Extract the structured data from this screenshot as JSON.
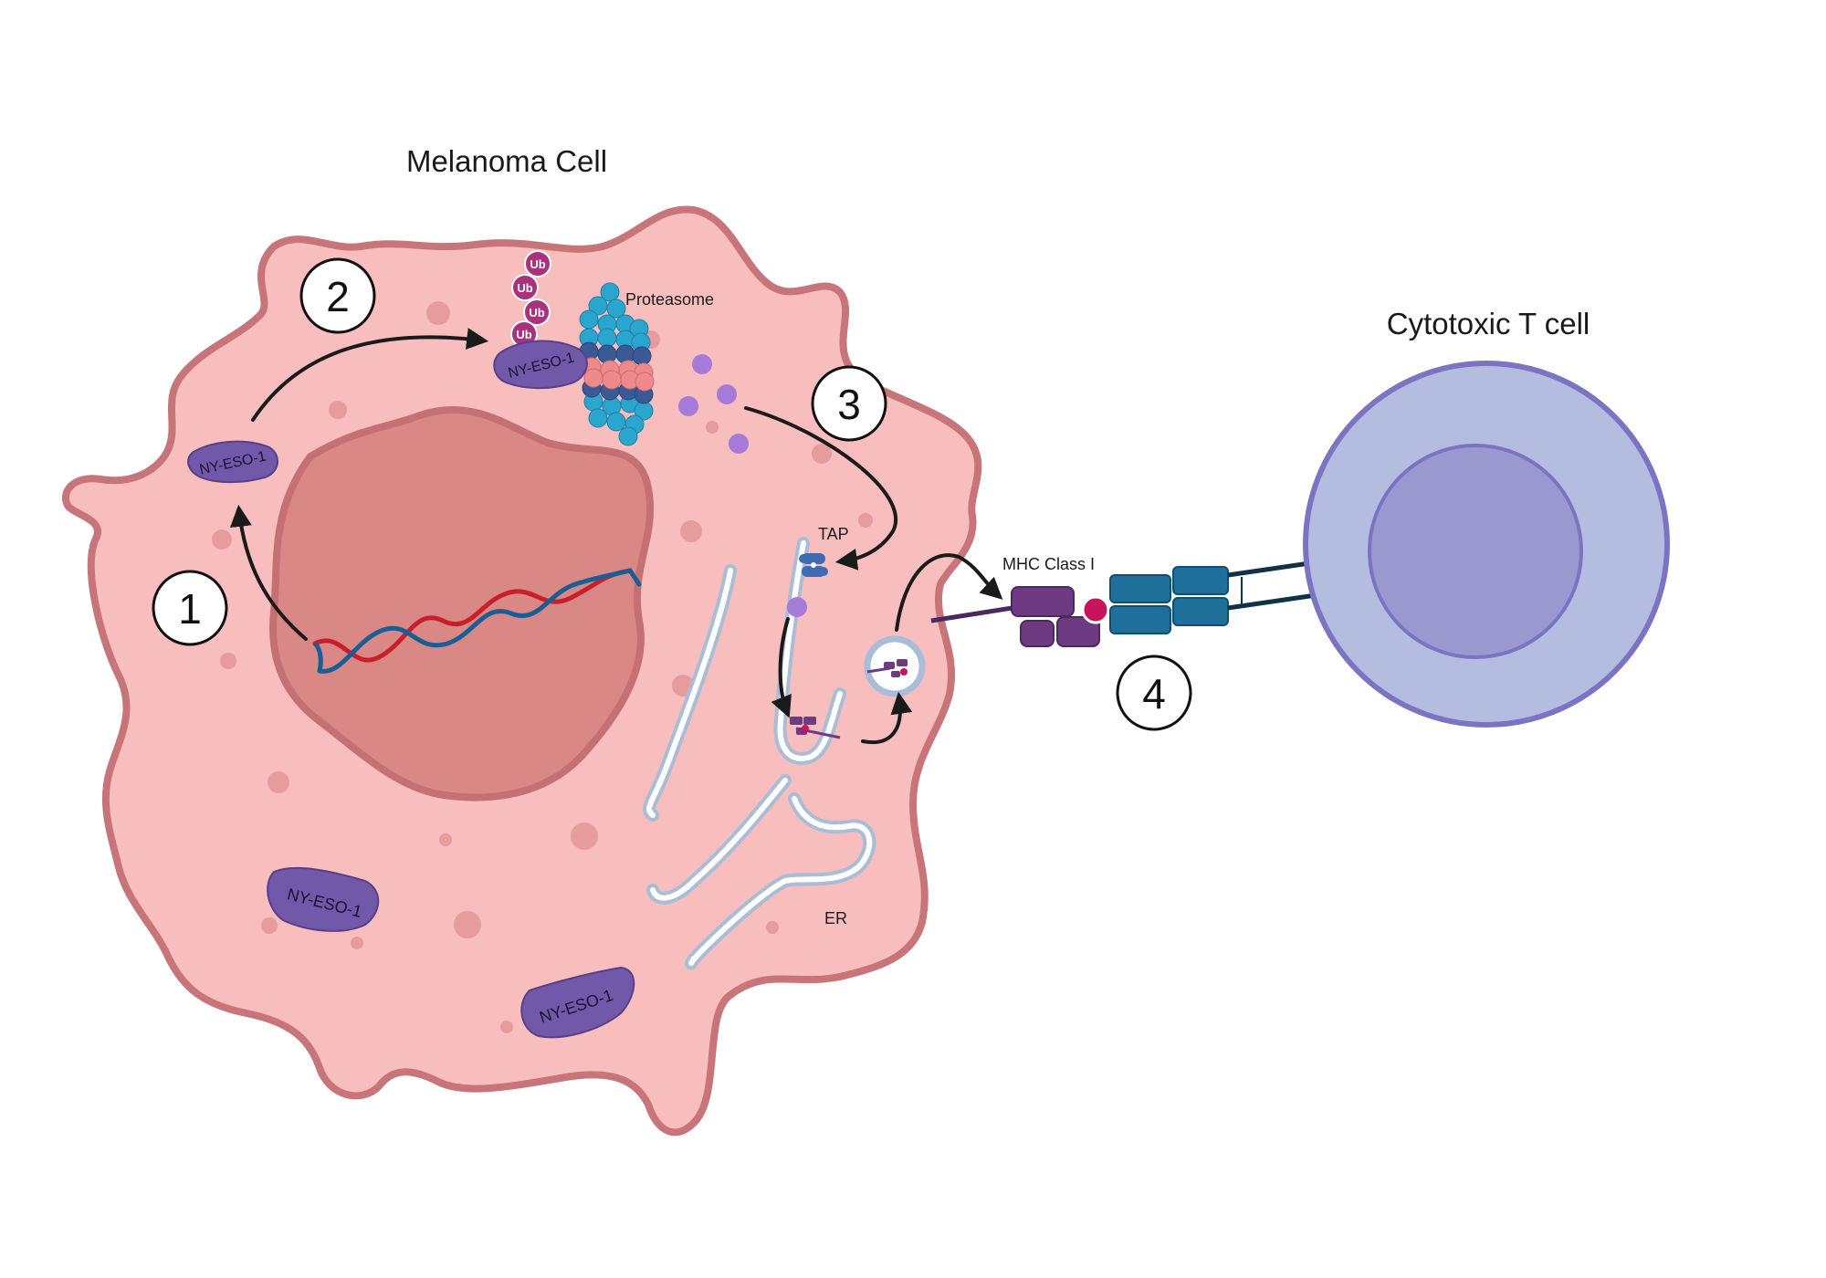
{
  "labels": {
    "melanoma_cell": "Melanoma Cell",
    "t_cell": "Cytotoxic T cell",
    "proteasome": "Proteasome",
    "tap": "TAP",
    "er": "ER",
    "mhc": "MHC Class I",
    "protein": "NY-ESO-1",
    "ubiquitin": "Ub"
  },
  "steps": [
    "1",
    "2",
    "3",
    "4"
  ],
  "colors": {
    "cytoplasm": "#f8bdbd",
    "membrane": "#c8757a",
    "nucleus": "#d98886",
    "dna_blue": "#1a5e96",
    "dna_red": "#c8202a",
    "protein": "#7158a8",
    "ubiquitin": "#a8327e",
    "proteasome_blue": "#2aa5cd",
    "proteasome_dark": "#3a5a96",
    "proteasome_pink": "#ee8a8c",
    "peptide": "#a57ad8",
    "er_fill": "#ffffff",
    "er_edge": "#a9bdd6",
    "mhc": "#6e3a82",
    "tcr": "#1e6f9a",
    "tcell_outer": "#b4bde0",
    "tcell_inner": "#9999d0",
    "tcell_edge": "#7a74c2"
  }
}
